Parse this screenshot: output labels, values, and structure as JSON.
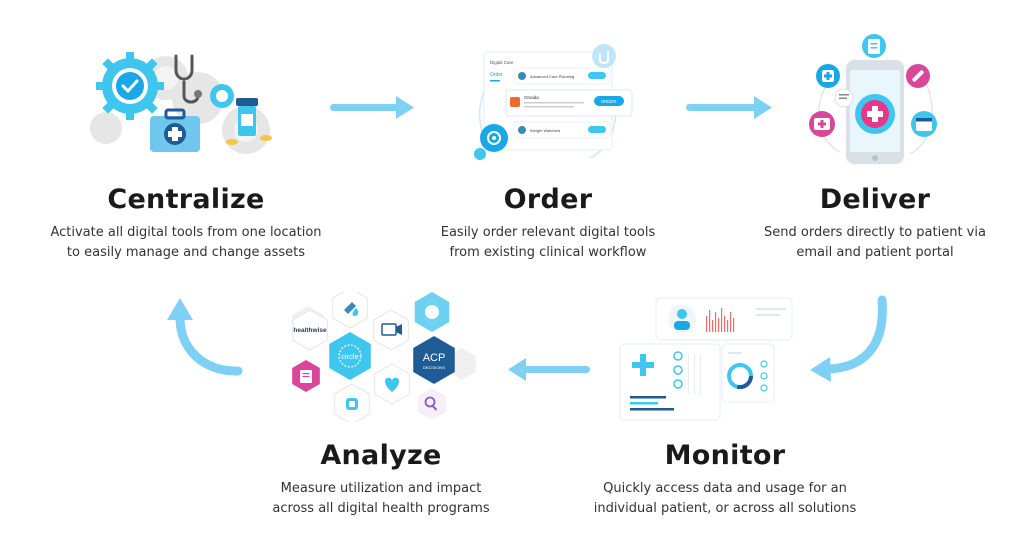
{
  "steps": [
    {
      "title": "Centralize",
      "line1": "Activate all digital tools from one location",
      "line2": "to easily manage and change assets"
    },
    {
      "title": "Order",
      "line1": "Easily order relevant digital tools",
      "line2": "from existing clinical workflow"
    },
    {
      "title": "Deliver",
      "line1": "Send orders directly to patient via",
      "line2": "email and patient portal"
    },
    {
      "title": "Analyze",
      "line1": "Measure utilization and impact",
      "line2": "across all digital health programs"
    },
    {
      "title": "Monitor",
      "line1": "Quickly access data and usage for an",
      "line2": "individual patient, or across all solutions"
    }
  ],
  "order_mock": {
    "panel_title": "Digital Care",
    "nav_item": "Order",
    "row1": "Advanced Care Planning",
    "row2": "Omada",
    "row3": "Weight Watchers",
    "order_button": "ORDER"
  },
  "hex_labels": {
    "healthwise": "healthwise",
    "circle": "circle",
    "acp_main": "ACP",
    "acp_sub": "DECISIONS"
  },
  "colors": {
    "arrow": "#7fd0f5",
    "blue": "#1aa7e8",
    "cyan": "#3ec6ef",
    "pink": "#d9479a",
    "purple": "#8a5cc2",
    "orange": "#f26b2a",
    "navy": "#1f5c96"
  }
}
